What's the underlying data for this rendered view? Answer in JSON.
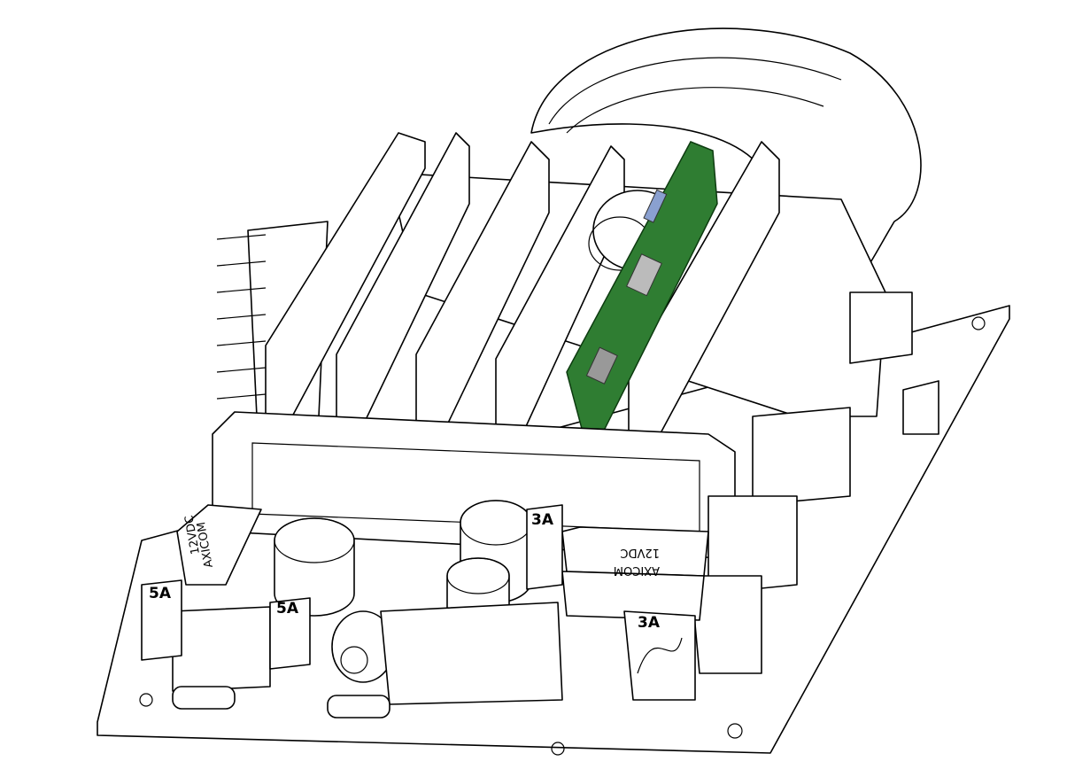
{
  "fuses": [
    {
      "rating": "5A"
    },
    {
      "rating": "5A"
    },
    {
      "rating": "3A"
    },
    {
      "rating": "3A"
    }
  ],
  "relays": [
    {
      "brand": "AXICOM",
      "voltage": "12VDC"
    },
    {
      "brand": "AXICOM",
      "voltage": "12VDC"
    }
  ],
  "colors": {
    "pcb_green": "#2f7d32",
    "line": "#000000",
    "background": "#ffffff"
  }
}
